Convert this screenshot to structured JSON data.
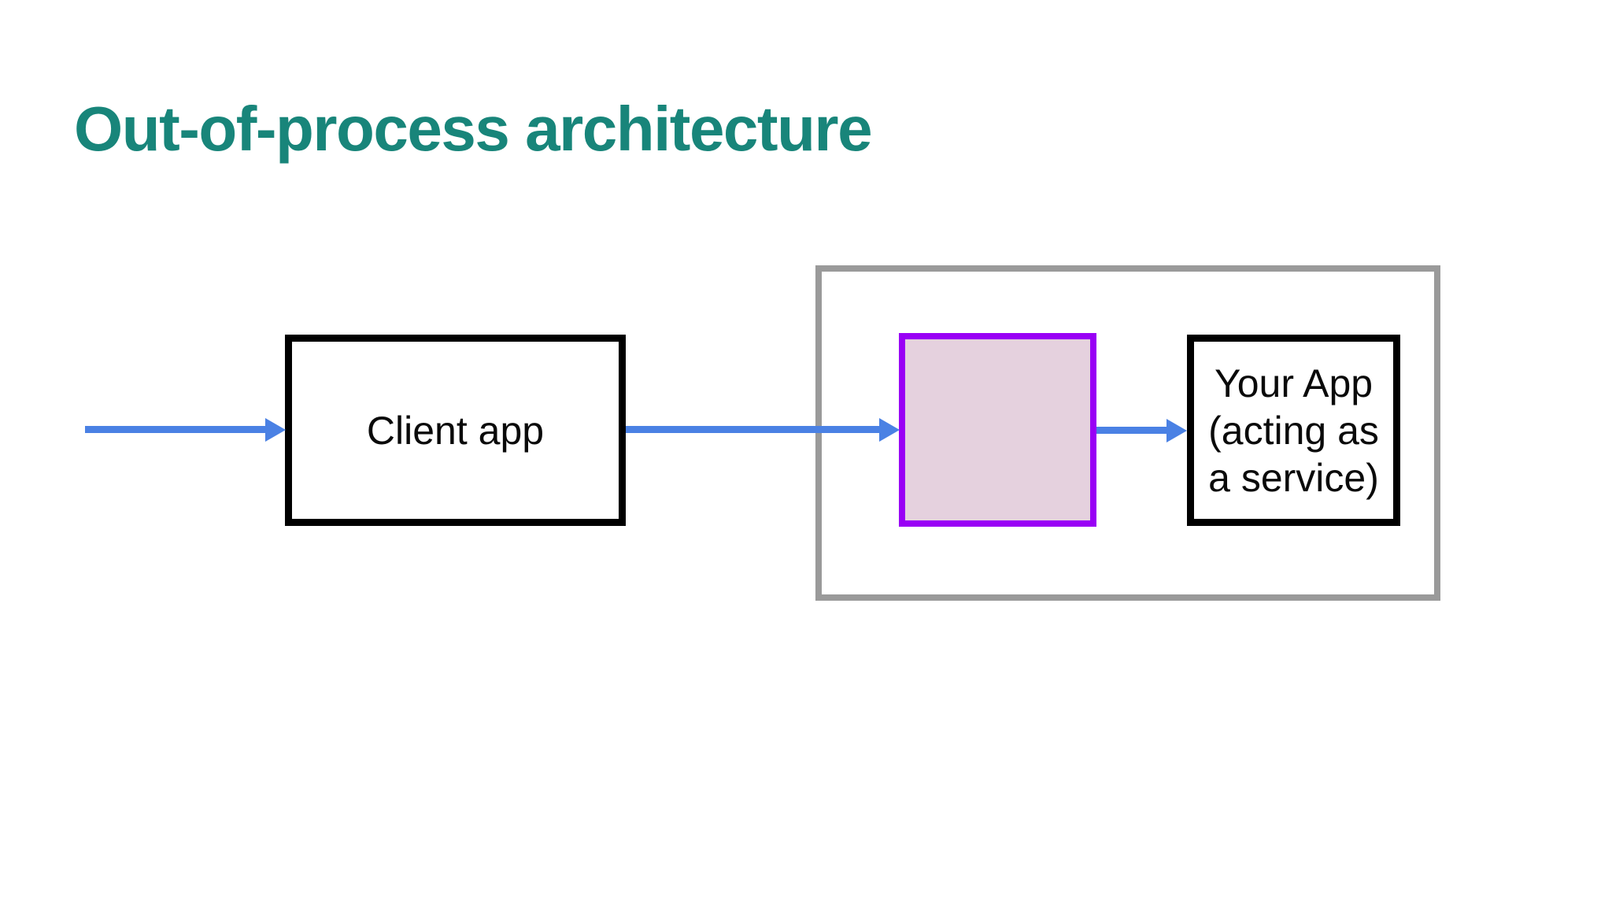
{
  "slide": {
    "title": "Out-of-process architecture"
  },
  "colors": {
    "background": "#ffffff",
    "title": "#18857A",
    "arrow": "#4A81E4",
    "box_border": "#000000",
    "box_text": "#0a0a0a",
    "proxy_border": "#9900F5",
    "proxy_fill": "#E5D1DE",
    "container_border": "#9A9A9A"
  },
  "diagram": {
    "client_box": {
      "label": "Client app"
    },
    "proxy_box": {
      "label": ""
    },
    "service_box": {
      "label": "Your App\n(acting as\na service)"
    },
    "arrows": [
      {
        "name": "incoming-request",
        "direction": "right"
      },
      {
        "name": "client-to-proxy",
        "direction": "right"
      },
      {
        "name": "proxy-to-your-app",
        "direction": "right"
      }
    ]
  }
}
